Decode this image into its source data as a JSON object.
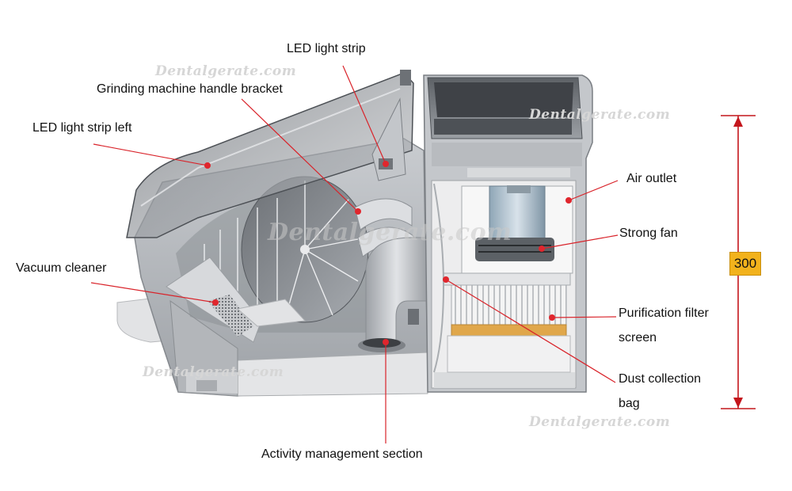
{
  "labels": {
    "led_strip": "LED light strip",
    "handle_bracket": "Grinding machine handle bracket",
    "led_strip_left": "LED light strip left",
    "vacuum_cleaner": "Vacuum cleaner",
    "activity_section": "Activity management section",
    "air_outlet": "Air outlet",
    "strong_fan": "Strong fan",
    "filter_line1": "Purification filter",
    "filter_line2": "screen",
    "dust_line1": "Dust collection",
    "dust_line2": "bag"
  },
  "dimension": {
    "value": "300"
  },
  "watermark": "Dentalgerate.com",
  "colors": {
    "leader_line": "#d9232a",
    "dimension_line": "#c4161c",
    "badge": "#f2b21c"
  }
}
